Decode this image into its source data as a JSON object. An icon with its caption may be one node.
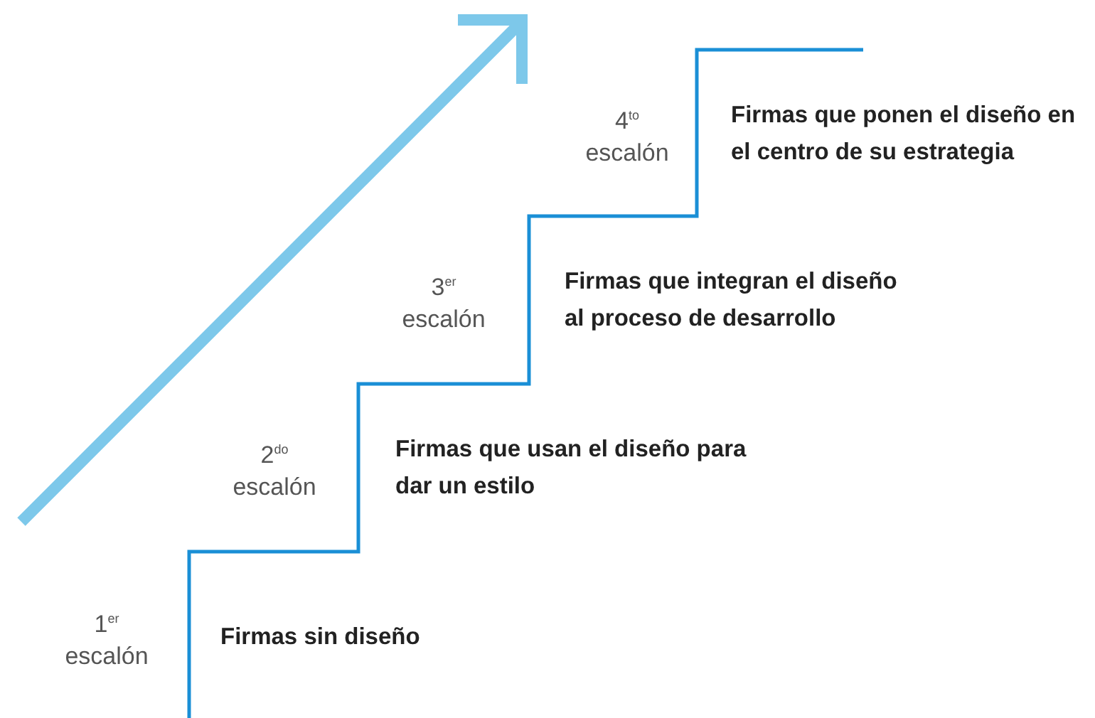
{
  "diagram": {
    "labels": [
      "4$^{to}$ escalón",
      "Firmas que ponen el diseño en el centro de su estrategia",
      "3$^{er}$ escalón",
      "Firmas que integran el diseño al proceso de desarrollo",
      "2$^{do}$ escalón",
      "Firmas que usan el diseño para dar un estilo",
      "1$^{er}$ escalón",
      "Firmas sin diseño"
    ]
  }
}
